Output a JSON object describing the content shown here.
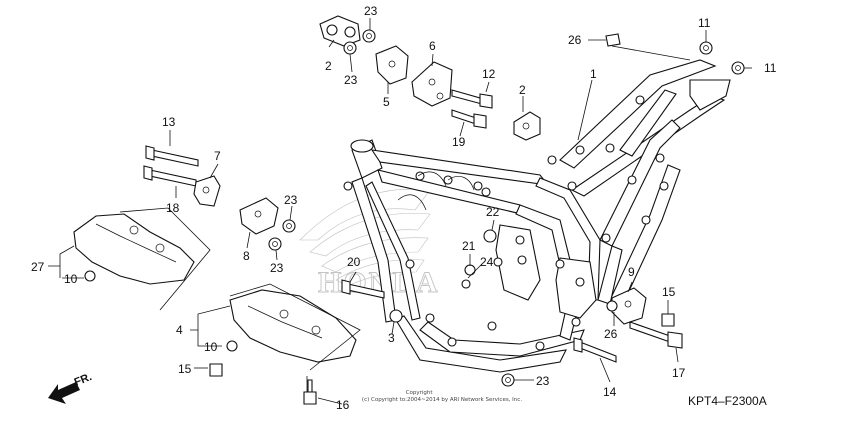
{
  "labels": {
    "l1": "1",
    "l2a": "2",
    "l2b": "2",
    "l4": "4",
    "l5": "5",
    "l6": "6",
    "l7": "7",
    "l8": "8",
    "l9": "9",
    "l10a": "10",
    "l10b": "10",
    "l11a": "11",
    "l11b": "11",
    "l12": "12",
    "l13": "13",
    "l14": "14",
    "l15a": "15",
    "l15b": "15",
    "l16": "16",
    "l17": "17",
    "l18": "18",
    "l19": "19",
    "l20": "20",
    "l21": "21",
    "l22": "22",
    "l23a": "23",
    "l23b": "23",
    "l23c": "23",
    "l23d": "23",
    "l23e": "23",
    "l24": "24",
    "l26a": "26",
    "l26b": "26",
    "l27": "27",
    "l3": "3"
  },
  "direction_label": "FR.",
  "copyright": "Copyright\n(c) Copyright  to:2004~2014 by ARI Network Services, Inc.",
  "diagram_code": "KPT4–F2300A",
  "watermark": "HONDA"
}
